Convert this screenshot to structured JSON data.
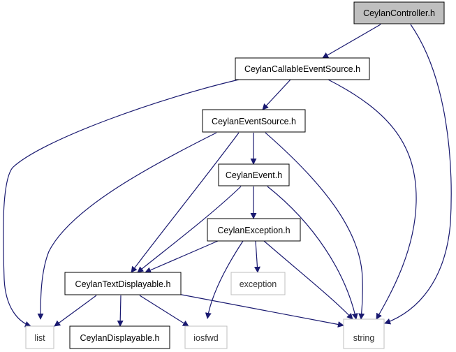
{
  "graph": {
    "colors": {
      "edge": "#191970",
      "node_border": "#000000",
      "external_border": "#bfbfbf",
      "root_fill": "#bfbfbf",
      "fill": "#ffffff"
    },
    "nodes": {
      "controller": "CeylanController.h",
      "callable": "CeylanCallableEventSource.h",
      "eventsource": "CeylanEventSource.h",
      "event": "CeylanEvent.h",
      "exception_h": "CeylanException.h",
      "textdisplayable": "CeylanTextDisplayable.h",
      "displayable": "CeylanDisplayable.h",
      "list": "list",
      "exception": "exception",
      "iosfwd": "iosfwd",
      "string": "string"
    },
    "edges": [
      [
        "controller",
        "callable"
      ],
      [
        "controller",
        "string"
      ],
      [
        "callable",
        "list"
      ],
      [
        "callable",
        "eventsource"
      ],
      [
        "callable",
        "string"
      ],
      [
        "eventsource",
        "list"
      ],
      [
        "eventsource",
        "event"
      ],
      [
        "eventsource",
        "textdisplayable"
      ],
      [
        "eventsource",
        "string"
      ],
      [
        "event",
        "exception_h"
      ],
      [
        "event",
        "textdisplayable"
      ],
      [
        "event",
        "string"
      ],
      [
        "exception_h",
        "textdisplayable"
      ],
      [
        "exception_h",
        "exception"
      ],
      [
        "exception_h",
        "iosfwd"
      ],
      [
        "exception_h",
        "string"
      ],
      [
        "textdisplayable",
        "list"
      ],
      [
        "textdisplayable",
        "displayable"
      ],
      [
        "textdisplayable",
        "iosfwd"
      ],
      [
        "textdisplayable",
        "string"
      ]
    ]
  }
}
